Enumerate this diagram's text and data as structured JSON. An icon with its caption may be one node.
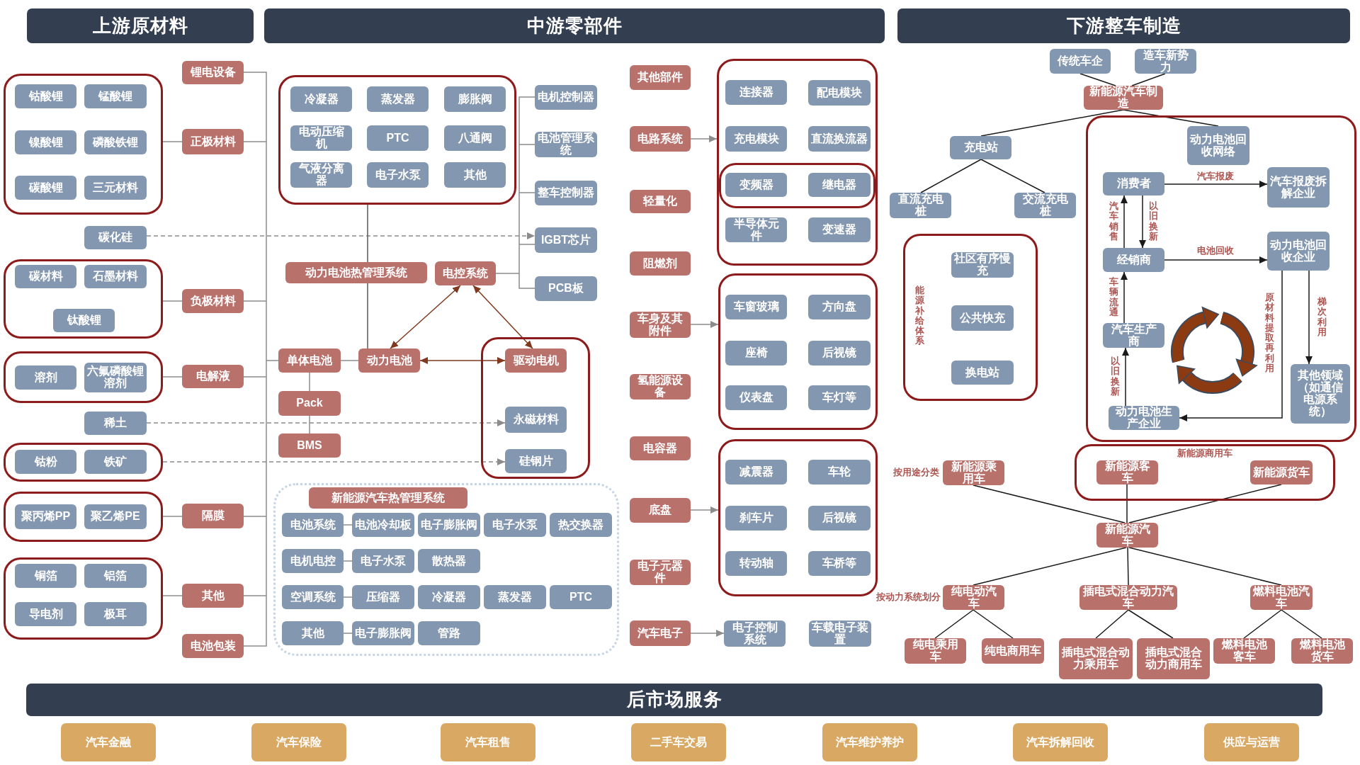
{
  "diagram": {
    "nodes": [
      {
        "text": [
          "上游原材料"
        ]
      },
      {
        "text": [
          "中游零部件"
        ]
      },
      {
        "text": [
          "下游整车制造"
        ]
      },
      {
        "text": [
          "锂电设备"
        ]
      },
      {
        "text": [],
        "shape": "box"
      },
      {
        "text": [
          "钴酸锂"
        ],
        "in": 4
      },
      {
        "text": [
          "锰酸锂"
        ],
        "in": 4
      },
      {
        "text": [
          "镍酸锂"
        ],
        "in": 4
      },
      {
        "text": [
          "磷酸铁锂"
        ],
        "in": 4
      },
      {
        "text": [
          "碳酸锂"
        ],
        "in": 4
      },
      {
        "text": [
          "三元材料"
        ],
        "in": 4
      },
      {
        "text": [
          "正极材料"
        ]
      },
      {
        "text": [
          "碳化硅"
        ]
      },
      {
        "text": [],
        "shape": "box"
      },
      {
        "text": [
          "碳材料"
        ],
        "in": 13
      },
      {
        "text": [
          "石墨材料"
        ],
        "in": 13
      },
      {
        "text": [
          "钛酸锂"
        ],
        "in": 13
      },
      {
        "text": [
          "负极材料"
        ]
      },
      {
        "text": [],
        "shape": "box"
      },
      {
        "text": [
          "溶剂"
        ],
        "in": 18
      },
      {
        "text": [
          "六氟磷酸锂溶剂"
        ],
        "in": 18
      },
      {
        "text": [
          "电解液"
        ]
      },
      {
        "text": [
          "稀土"
        ]
      },
      {
        "text": [],
        "shape": "box"
      },
      {
        "text": [
          "钴粉"
        ],
        "in": 23
      },
      {
        "text": [
          "铁矿"
        ],
        "in": 23
      },
      {
        "text": [],
        "shape": "box"
      },
      {
        "text": [
          "聚丙烯PP"
        ],
        "in": 26
      },
      {
        "text": [
          "聚乙烯PE"
        ],
        "in": 26
      },
      {
        "text": [
          "隔膜"
        ]
      },
      {
        "text": [],
        "shape": "box"
      },
      {
        "text": [
          "铜箔"
        ],
        "in": 30
      },
      {
        "text": [
          "铝箔"
        ],
        "in": 30
      },
      {
        "text": [
          "导电剂"
        ],
        "in": 30
      },
      {
        "text": [
          "极耳"
        ],
        "in": 30
      },
      {
        "text": [
          "其他"
        ]
      },
      {
        "text": [
          "电池包装"
        ]
      },
      {
        "text": [],
        "shape": "box"
      },
      {
        "text": [
          "冷凝器"
        ],
        "in": 37
      },
      {
        "text": [
          "蒸发器"
        ],
        "in": 37
      },
      {
        "text": [
          "膨胀阀"
        ],
        "in": 37
      },
      {
        "text": [
          "电动压缩机"
        ],
        "in": 37
      },
      {
        "text": [
          "PTC"
        ],
        "in": 37
      },
      {
        "text": [
          "八通阀"
        ],
        "in": 37
      },
      {
        "text": [
          "气液分离器"
        ],
        "in": 37
      },
      {
        "text": [
          "电子水泵"
        ],
        "in": 37
      },
      {
        "text": [
          "其他"
        ],
        "in": 37
      },
      {
        "text": [
          "电机控制器"
        ]
      },
      {
        "text": [
          "电池管理系统"
        ]
      },
      {
        "text": [
          "整车控制器"
        ]
      },
      {
        "text": [
          "IGBT芯片"
        ]
      },
      {
        "text": [
          "动力电池热管理系统"
        ]
      },
      {
        "text": [
          "电控系统"
        ]
      },
      {
        "text": [
          "PCB板"
        ]
      },
      {
        "text": [
          "单体电池"
        ]
      },
      {
        "text": [
          "动力电池"
        ]
      },
      {
        "text": [],
        "shape": "box"
      },
      {
        "text": [
          "驱动电机"
        ],
        "in": 56
      },
      {
        "text": [
          "Pack"
        ]
      },
      {
        "text": [
          "永磁材料"
        ],
        "in": 56
      },
      {
        "text": [
          "BMS"
        ]
      },
      {
        "text": [
          "硅钢片"
        ],
        "in": 56
      },
      {
        "text": [],
        "shape": "box"
      },
      {
        "text": [
          "新能源汽车热管理系统"
        ],
        "in": 62
      },
      {
        "text": [
          "电池系统"
        ],
        "in": 62
      },
      {
        "text": [
          "电池冷却板"
        ],
        "in": 62
      },
      {
        "text": [
          "电子膨胀阀"
        ],
        "in": 62
      },
      {
        "text": [
          "电子水泵"
        ],
        "in": 62
      },
      {
        "text": [
          "热交换器"
        ],
        "in": 62
      },
      {
        "text": [
          "电机电控"
        ],
        "in": 62
      },
      {
        "text": [
          "电子水泵"
        ],
        "in": 62
      },
      {
        "text": [
          "散热器"
        ],
        "in": 62
      },
      {
        "text": [
          "空调系统"
        ],
        "in": 62
      },
      {
        "text": [
          "压缩器"
        ],
        "in": 62
      },
      {
        "text": [
          "冷凝器"
        ],
        "in": 62
      },
      {
        "text": [
          "蒸发器"
        ],
        "in": 62
      },
      {
        "text": [
          "PTC"
        ],
        "in": 62
      },
      {
        "text": [
          "其他"
        ],
        "in": 62
      },
      {
        "text": [
          "电子膨胀阀"
        ],
        "in": 62
      },
      {
        "text": [
          "管路"
        ],
        "in": 62
      },
      {
        "text": [
          "其他部件"
        ]
      },
      {
        "text": [
          "电路系统"
        ]
      },
      {
        "text": [
          "轻量化"
        ]
      },
      {
        "text": [
          "阻燃剂"
        ]
      },
      {
        "text": [
          "车身及其附件"
        ]
      },
      {
        "text": [
          "氢能源设备"
        ]
      },
      {
        "text": [
          "电容器"
        ]
      },
      {
        "text": [
          "底盘"
        ]
      },
      {
        "text": [
          "电子元器件"
        ]
      },
      {
        "text": [
          "汽车电子"
        ]
      },
      {
        "text": [],
        "shape": "box"
      },
      {
        "text": [
          "连接器"
        ],
        "in": 90
      },
      {
        "text": [
          "配电模块"
        ],
        "in": 90
      },
      {
        "text": [
          "充电模块"
        ],
        "in": 90
      },
      {
        "text": [
          "直流换流器"
        ],
        "in": 90
      },
      {
        "text": [],
        "shape": "box",
        "in": 90
      },
      {
        "text": [
          "变频器"
        ],
        "in": 95
      },
      {
        "text": [
          "继电器"
        ],
        "in": 95
      },
      {
        "text": [
          "半导体元件"
        ],
        "in": 90
      },
      {
        "text": [
          "变速器"
        ],
        "in": 90
      },
      {
        "text": [],
        "shape": "box"
      },
      {
        "text": [
          "车窗玻璃"
        ],
        "in": 100
      },
      {
        "text": [
          "方向盘"
        ],
        "in": 100
      },
      {
        "text": [
          "座椅"
        ],
        "in": 100
      },
      {
        "text": [
          "后视镜"
        ],
        "in": 100
      },
      {
        "text": [
          "仪表盘"
        ],
        "in": 100
      },
      {
        "text": [
          "车灯等"
        ],
        "in": 100
      },
      {
        "text": [],
        "shape": "box"
      },
      {
        "text": [
          "减震器"
        ],
        "in": 107
      },
      {
        "text": [
          "车轮"
        ],
        "in": 107
      },
      {
        "text": [
          "刹车片"
        ],
        "in": 107
      },
      {
        "text": [
          "后视镜"
        ],
        "in": 107
      },
      {
        "text": [
          "转动轴"
        ],
        "in": 107
      },
      {
        "text": [
          "车桥等"
        ],
        "in": 107
      },
      {
        "text": [
          "电子控制系统"
        ]
      },
      {
        "text": [
          "车载电子装置"
        ]
      },
      {
        "text": [
          "传统车企"
        ]
      },
      {
        "text": [
          "造车新势力"
        ]
      },
      {
        "text": [
          "新能源汽车制造"
        ]
      },
      {
        "text": [
          "充电站"
        ]
      },
      {
        "text": [
          "直流充电桩"
        ]
      },
      {
        "text": [
          "交流充电桩"
        ]
      },
      {
        "text": [
          "能源补给体系"
        ]
      },
      {
        "text": [
          "社区有序慢充"
        ],
        "in": 122
      },
      {
        "text": [
          "公共快充"
        ],
        "in": 122
      },
      {
        "text": [
          "换电站"
        ],
        "in": 122
      },
      {
        "text": [],
        "shape": "box"
      },
      {
        "text": [
          "动力电池回收网络"
        ],
        "in": 126
      },
      {
        "text": [
          "消费者"
        ],
        "in": 126
      },
      {
        "text": [
          "汽车报废拆解企业"
        ],
        "in": 126
      },
      {
        "text": [
          "经销商"
        ],
        "in": 126
      },
      {
        "text": [
          "动力电池回收企业"
        ],
        "in": 126
      },
      {
        "text": [
          "汽车生产商"
        ],
        "in": 126
      },
      {
        "text": [
          "其他领域（如通信电源系统）"
        ],
        "in": 126
      },
      {
        "text": [
          "动力电池生产企业"
        ],
        "in": 126
      },
      {
        "text": [
          "新能源乘用车"
        ],
        "beside": [
          "按用途分类"
        ]
      },
      {
        "text": [
          "新能源商用车"
        ]
      },
      {
        "text": [
          "新能源客车"
        ],
        "in": 136
      },
      {
        "text": [
          "新能源货车"
        ],
        "in": 136
      },
      {
        "text": [
          "新能源汽车"
        ]
      },
      {
        "text": [
          "纯电动汽车"
        ],
        "beside": [
          "按动力系统划分"
        ]
      },
      {
        "text": [
          "插电式混合动力汽车"
        ]
      },
      {
        "text": [
          "燃料电池汽车"
        ]
      },
      {
        "text": [
          "纯电乘用车"
        ]
      },
      {
        "text": [
          "纯电商用车"
        ]
      },
      {
        "text": [
          "插电式混合动力乘用车"
        ]
      },
      {
        "text": [
          "插电式混合动力商用车"
        ]
      },
      {
        "text": [
          "燃料电池客车"
        ]
      },
      {
        "text": [
          "燃料电池货车"
        ]
      },
      {
        "text": [
          "后市场服务"
        ]
      },
      {
        "text": [
          "汽车金融"
        ]
      },
      {
        "text": [
          "汽车保险"
        ]
      },
      {
        "text": [
          "汽车租售"
        ]
      },
      {
        "text": [
          "二手车交易"
        ]
      },
      {
        "text": [
          "汽车维护养护"
        ]
      },
      {
        "text": [
          "汽车拆解回收"
        ]
      },
      {
        "text": [
          "供应与运营"
        ]
      }
    ],
    "edges": [
      {
        "from": 3,
        "to": 54,
        "arrow": "none"
      },
      {
        "from": 11,
        "to": 54,
        "arrow": "none"
      },
      {
        "from": 17,
        "to": 54,
        "arrow": "none"
      },
      {
        "from": 21,
        "to": 54,
        "arrow": "none"
      },
      {
        "from": 29,
        "to": 54,
        "arrow": "none"
      },
      {
        "from": 35,
        "to": 54,
        "arrow": "none"
      },
      {
        "from": 36,
        "to": 54,
        "arrow": "none"
      },
      {
        "from": 4,
        "to": 11,
        "arrow": "none"
      },
      {
        "from": 13,
        "to": 17,
        "arrow": "none"
      },
      {
        "from": 18,
        "to": 21,
        "arrow": "none"
      },
      {
        "from": 26,
        "to": 29,
        "arrow": "none"
      },
      {
        "from": 30,
        "to": 35,
        "arrow": "none"
      },
      {
        "from": 12,
        "to": 50,
        "arrow": "to",
        "style": "dashed"
      },
      {
        "from": 22,
        "to": 59,
        "arrow": "to",
        "style": "dashed"
      },
      {
        "from": 23,
        "to": 61,
        "arrow": "to",
        "style": "dashed"
      },
      {
        "from": 37,
        "to": 51,
        "arrow": "none",
        "color": "#595959"
      },
      {
        "from": 51,
        "to": 55,
        "arrow": "none",
        "color": "#595959"
      },
      {
        "from": 47,
        "to": 52,
        "arrow": "none"
      },
      {
        "from": 48,
        "to": 52,
        "arrow": "none"
      },
      {
        "from": 49,
        "to": 52,
        "arrow": "none"
      },
      {
        "from": 50,
        "to": 52,
        "arrow": "none"
      },
      {
        "from": 53,
        "to": 52,
        "arrow": "none"
      },
      {
        "from": 54,
        "to": 55,
        "arrow": "none"
      },
      {
        "from": 54,
        "to": 58,
        "arrow": "none"
      },
      {
        "from": 58,
        "to": 60,
        "arrow": "none"
      },
      {
        "from": 55,
        "to": 52,
        "arrow": "both",
        "color": "#80391e"
      },
      {
        "from": 52,
        "to": 57,
        "arrow": "both",
        "color": "#80391e"
      },
      {
        "from": 55,
        "to": 57,
        "arrow": "both",
        "color": "#80391e"
      },
      {
        "from": 64,
        "to": 65,
        "arrow": "none"
      },
      {
        "from": 69,
        "to": 70,
        "arrow": "none"
      },
      {
        "from": 72,
        "to": 73,
        "arrow": "none"
      },
      {
        "from": 77,
        "to": 78,
        "arrow": "none"
      },
      {
        "from": 81,
        "to": 90,
        "arrow": "to"
      },
      {
        "from": 84,
        "to": 100,
        "arrow": "to"
      },
      {
        "from": 87,
        "to": 107,
        "arrow": "to"
      },
      {
        "from": 89,
        "to": 114,
        "arrow": "to"
      },
      {
        "from": 116,
        "to": 118,
        "arrow": "none",
        "color": "#1a1a1a"
      },
      {
        "from": 117,
        "to": 118,
        "arrow": "none",
        "color": "#1a1a1a"
      },
      {
        "from": 118,
        "to": 119,
        "arrow": "none",
        "color": "#1a1a1a"
      },
      {
        "from": 118,
        "to": 127,
        "arrow": "none",
        "color": "#1a1a1a"
      },
      {
        "from": 119,
        "to": 120,
        "arrow": "none",
        "color": "#1a1a1a"
      },
      {
        "from": 119,
        "to": 121,
        "arrow": "none",
        "color": "#1a1a1a"
      },
      {
        "from": 128,
        "to": 129,
        "arrow": "to",
        "label": "汽车报废",
        "color": "#1a1a1a"
      },
      {
        "from": 130,
        "to": 128,
        "arrow": "to",
        "label": "汽车销售",
        "color": "#1a1a1a"
      },
      {
        "from": 128,
        "to": 130,
        "arrow": "to",
        "label": "以旧换新",
        "color": "#1a1a1a"
      },
      {
        "from": 130,
        "to": 131,
        "arrow": "to",
        "label": "电池回收",
        "color": "#1a1a1a"
      },
      {
        "from": 132,
        "to": 130,
        "arrow": "to",
        "label": "车辆流通",
        "color": "#1a1a1a"
      },
      {
        "from": 134,
        "to": 132,
        "arrow": "to",
        "label": "以旧换新",
        "color": "#1a1a1a"
      },
      {
        "from": 131,
        "to": 134,
        "arrow": "to",
        "label": "原材料提取再利用",
        "color": "#1a1a1a"
      },
      {
        "from": 131,
        "to": 133,
        "arrow": "to",
        "label": "梯次利用",
        "color": "#1a1a1a"
      },
      {
        "from": 135,
        "to": 139,
        "arrow": "none",
        "color": "#1a1a1a"
      },
      {
        "from": 137,
        "to": 139,
        "arrow": "none",
        "color": "#1a1a1a"
      },
      {
        "from": 138,
        "to": 139,
        "arrow": "none",
        "color": "#1a1a1a"
      },
      {
        "from": 139,
        "to": 140,
        "arrow": "none",
        "color": "#1a1a1a"
      },
      {
        "from": 139,
        "to": 141,
        "arrow": "none",
        "color": "#1a1a1a"
      },
      {
        "from": 139,
        "to": 142,
        "arrow": "none",
        "color": "#1a1a1a"
      },
      {
        "from": 140,
        "to": 143,
        "arrow": "none",
        "color": "#1a1a1a"
      },
      {
        "from": 140,
        "to": 144,
        "arrow": "none",
        "color": "#1a1a1a"
      },
      {
        "from": 141,
        "to": 145,
        "arrow": "none",
        "color": "#1a1a1a"
      },
      {
        "from": 141,
        "to": 146,
        "arrow": "none",
        "color": "#1a1a1a"
      },
      {
        "from": 142,
        "to": 147,
        "arrow": "none",
        "color": "#1a1a1a"
      },
      {
        "from": 142,
        "to": 148,
        "arrow": "none",
        "color": "#1a1a1a"
      }
    ]
  }
}
